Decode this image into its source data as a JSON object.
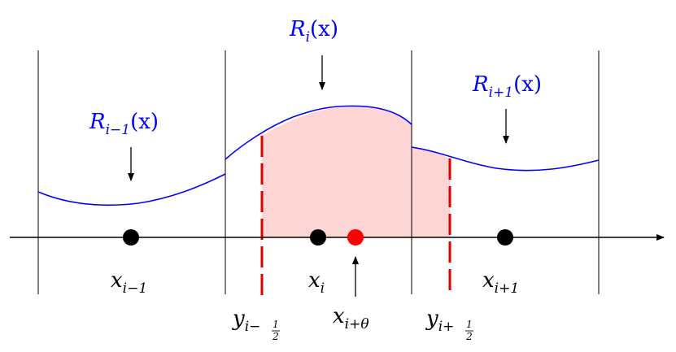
{
  "colors": {
    "curve": "#0000ff",
    "label_blue": "#0000ff",
    "axis": "#000000",
    "cell_line": "#000000",
    "fill": "#fdd5d5",
    "dashed": "#e00000",
    "node": "#000000",
    "node_highlight": "#ff0000"
  },
  "labels": {
    "R_prev": {
      "base": "R",
      "sub": "i−1",
      "arg": "(x)"
    },
    "R_curr": {
      "base": "R",
      "sub": "i",
      "arg": "(x)"
    },
    "R_next": {
      "base": "R",
      "sub": "i+1",
      "arg": "(x)"
    },
    "x_prev": {
      "base": "x",
      "sub": "i−1"
    },
    "x_curr": {
      "base": "x",
      "sub": "i"
    },
    "x_next": {
      "base": "x",
      "sub": "i+1"
    },
    "x_theta": {
      "base": "x",
      "sub": "i+θ"
    },
    "y_left": {
      "base": "y",
      "sub_pre": "i−",
      "num": "1",
      "den": "2"
    },
    "y_right": {
      "base": "y",
      "sub_pre": "i+",
      "num": "1",
      "den": "2"
    }
  }
}
